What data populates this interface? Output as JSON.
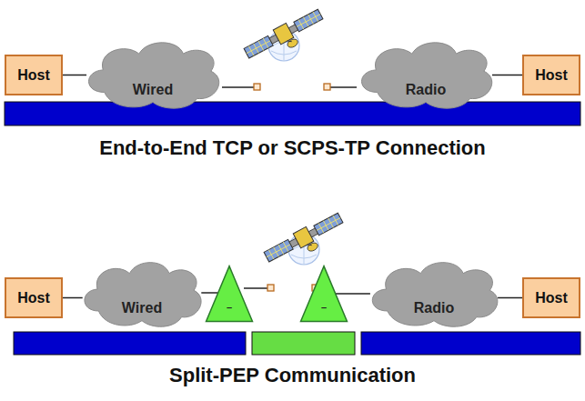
{
  "diagram": {
    "nodes": [
      {
        "text": [
          "Host"
        ]
      },
      {
        "text": [
          "Wired"
        ]
      },
      {
        "text": [
          "Radio"
        ]
      },
      {
        "text": [
          "Host"
        ]
      },
      {
        "text": [
          "Host"
        ]
      },
      {
        "text": [
          "Wired"
        ]
      },
      {
        "text": [
          "–"
        ]
      },
      {
        "text": [
          "–"
        ]
      },
      {
        "text": [
          "Radio"
        ]
      },
      {
        "text": [
          "Host"
        ]
      }
    ],
    "edges": [
      {
        "from": 0,
        "to": 1,
        "arrow": "none"
      },
      {
        "from": 2,
        "to": 3,
        "arrow": "none"
      },
      {
        "from": 4,
        "to": 5,
        "arrow": "none"
      },
      {
        "from": 5,
        "to": 6,
        "arrow": "none"
      },
      {
        "from": 7,
        "to": 8,
        "arrow": "none"
      },
      {
        "from": 8,
        "to": 9,
        "arrow": "none"
      }
    ],
    "labels": [
      "End-to-End TCP or SCPS-TP Connection",
      "Split-PEP Communication"
    ]
  }
}
